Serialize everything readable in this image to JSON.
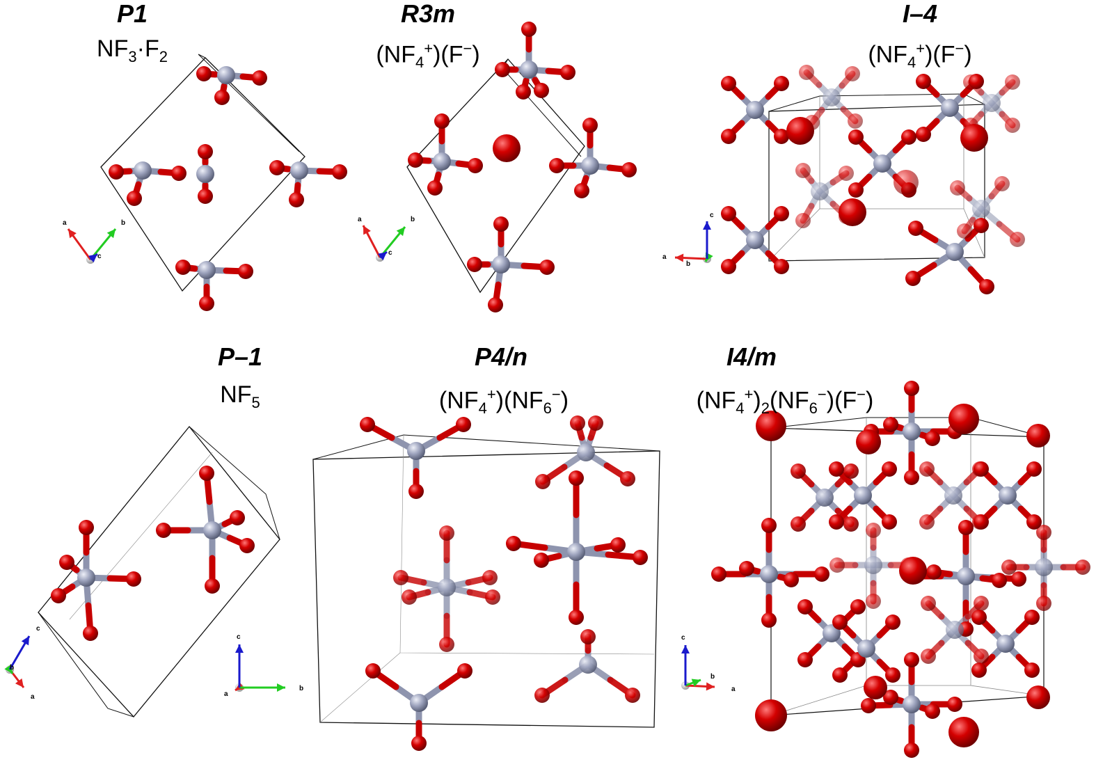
{
  "panels": [
    {
      "space_group": "P1",
      "formula": {
        "parts": [
          "NF",
          "3",
          "·F",
          "2"
        ],
        "fmt": [
          "t",
          "sub",
          "t",
          "sub"
        ]
      }
    },
    {
      "space_group": "R3m",
      "formula": {
        "parts": [
          "(NF",
          "4",
          "+",
          ")(F",
          "−",
          ")"
        ],
        "fmt": [
          "t",
          "sub",
          "sup",
          "t",
          "sup",
          "t"
        ]
      }
    },
    {
      "space_group": "I–4",
      "formula": {
        "parts": [
          "(NF",
          "4",
          "+",
          ")(F",
          "−",
          ")"
        ],
        "fmt": [
          "t",
          "sub",
          "sup",
          "t",
          "sup",
          "t"
        ]
      }
    },
    {
      "space_group": "P–1",
      "formula": {
        "parts": [
          "NF",
          "5"
        ],
        "fmt": [
          "t",
          "sub"
        ]
      }
    },
    {
      "space_group": "P4/n",
      "formula": {
        "parts": [
          "(NF",
          "4",
          "+",
          ")(NF",
          "6",
          "−",
          ")"
        ],
        "fmt": [
          "t",
          "sub",
          "sup",
          "t",
          "sub",
          "sup",
          "t"
        ]
      }
    },
    {
      "space_group": "I4/m",
      "formula": {
        "parts": [
          "(NF",
          "4",
          "+",
          ")",
          "2",
          "(NF",
          "6",
          "−",
          ")(F",
          "−",
          ")"
        ],
        "fmt": [
          "t",
          "sub",
          "sup",
          "t",
          "sub",
          "t",
          "sub",
          "sup",
          "t",
          "sup",
          "t"
        ]
      }
    }
  ],
  "axis_labels": {
    "a": "a",
    "b": "b",
    "c": "c"
  },
  "colors": {
    "fluorine": "#cc0000",
    "nitrogen": "#8e94ae",
    "axis_a": "#e02020",
    "axis_b": "#22cc22",
    "axis_c": "#1a1acc",
    "cell": "#111111"
  }
}
